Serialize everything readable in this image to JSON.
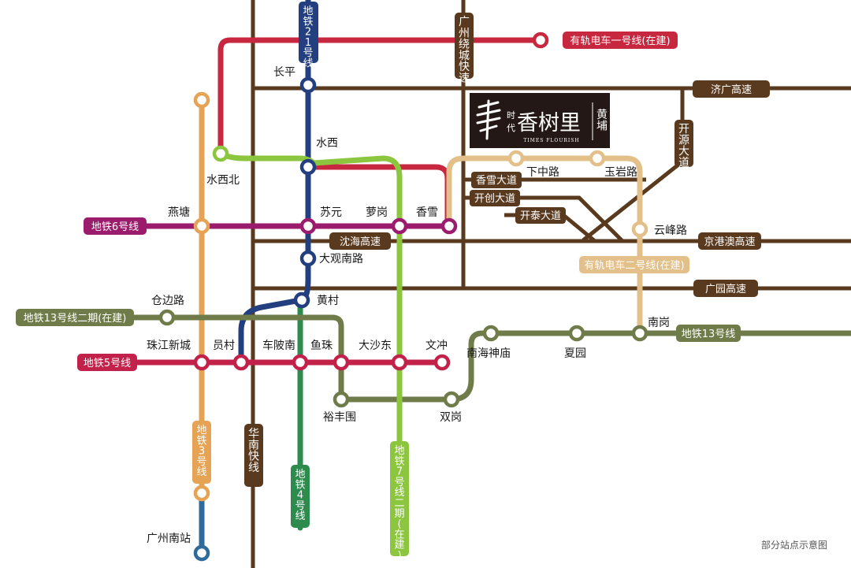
{
  "colors": {
    "road": "#5a3a1e",
    "metro21": "#233f80",
    "metro3": "#e6a355",
    "metro3_south": "#2f6b9a",
    "metro4": "#2e8b4e",
    "metro5": "#c2224a",
    "metro6": "#9b1b6c",
    "metro7": "#8cc63f",
    "metro13": "#6f7c4a",
    "tram1": "#c8283f",
    "tram2": "#e3c08a"
  },
  "project": {
    "line1": "时",
    "line2": "代",
    "name": "香树里",
    "subtitle": "TIMES FLOURISH",
    "district": "黄埔"
  },
  "line_labels": {
    "metro21": "地铁21号线",
    "metro3": "地铁3号线",
    "metro4": "地铁4号线",
    "metro6": "地铁6号线",
    "metro5": "地铁5号线",
    "metro13_ph2": "地铁13号线二期(在建)",
    "metro13": "地铁13号线",
    "metro7": "地铁7号线二期(在建)",
    "tram1": "有轨电车一号线(在建)",
    "tram2": "有轨电车二号线(在建)"
  },
  "roads": {
    "ring": "广州绕城快速",
    "jiguang": "济广高速",
    "kaiyuan": "开源大道",
    "shenhai": "沈海高速",
    "jinggang": "京港澳高速",
    "guangyuan": "广园高速",
    "huanan": "华南快线",
    "xiangxue": "香雪大道",
    "kaichuang": "开创大道",
    "kaitai": "开泰大道"
  },
  "stations": {
    "changping": "长平",
    "shuixi": "水西",
    "shuixibei": "水西北",
    "yantang": "燕塘",
    "suyuan": "苏元",
    "luogang": "萝岗",
    "xiangxue": "香雪",
    "daguannanlu": "大观南路",
    "huangcun": "黄村",
    "cangbianlu": "仓边路",
    "zhujiangxincheng": "珠江新城",
    "yuancun": "员村",
    "chebeinan": "车陂南",
    "yuzhu": "鱼珠",
    "dashadong": "大沙东",
    "wenchong": "文冲",
    "nanhaishenmiao": "南海神庙",
    "xiayuan": "夏园",
    "nangang": "南岗",
    "yufengwei": "裕丰围",
    "shuanggang": "双岗",
    "guangzhounanzhan": "广州南站",
    "xiazhonglu": "下中路",
    "yuyanlu": "玉岩路",
    "yunfenglu": "云峰路"
  },
  "footnote": "部分站点示意图"
}
